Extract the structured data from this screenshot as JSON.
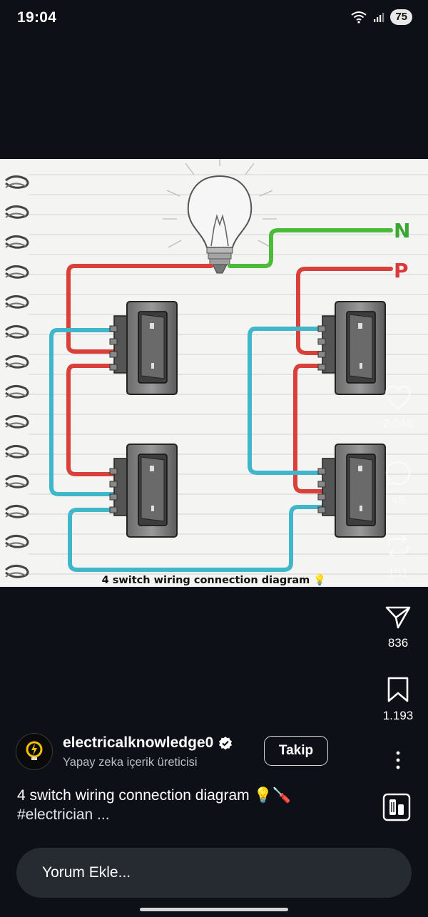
{
  "status_bar": {
    "time": "19:04",
    "battery": "75"
  },
  "post": {
    "image_caption": "4 switch wiring connection diagram 💡",
    "label_n": "N",
    "label_p": "P",
    "colors": {
      "wire_red": "#d9403a",
      "wire_cyan": "#3fb6c9",
      "wire_green": "#4dbb3a",
      "label_n": "#3aa634",
      "label_p": "#d93a3a"
    }
  },
  "actions": {
    "likes": "2.048",
    "comments": "45",
    "reposts": "151",
    "shares": "836",
    "saves": "1.193"
  },
  "author": {
    "name": "electricalknowledge0",
    "subtitle": "Yapay zeka içerik üreticisi",
    "follow_label": "Takip"
  },
  "caption": {
    "text": "4 switch wiring connection diagram 💡🪛",
    "hashtag": "#electrician ..."
  },
  "comment": {
    "placeholder": "Yorum Ekle..."
  }
}
